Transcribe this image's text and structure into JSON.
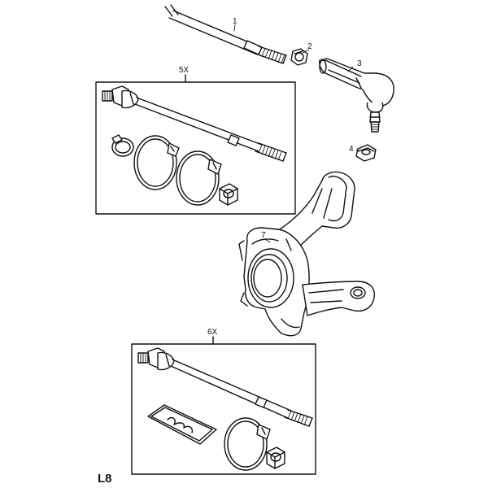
{
  "callouts": {
    "c1": "1",
    "c2": "2",
    "c3": "3",
    "c4": "4",
    "c7": "7",
    "kit_upper": "5X",
    "kit_lower": "6X"
  },
  "page_label": "L8"
}
